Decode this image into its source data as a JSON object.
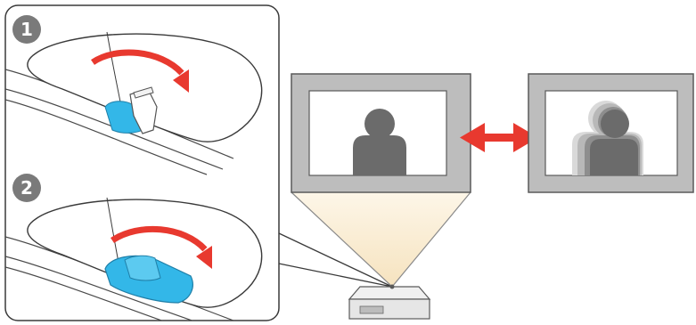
{
  "steps": [
    {
      "number": "1"
    },
    {
      "number": "2"
    }
  ],
  "icons": {
    "rotate_arrow": "curved-arrow-icon",
    "compare_arrow": "double-headed-arrow-icon",
    "person": "person-silhouette-icon",
    "projector": "projector-icon"
  },
  "colors": {
    "arrow_red": "#e8392f",
    "lever_blue": "#33b7e8",
    "screen_frame": "#bdbdbd",
    "silhouette": "#6b6b6b",
    "light_beam": "#fbf1dc"
  },
  "screens": [
    {
      "label": "",
      "focus": "sharp"
    },
    {
      "label": "",
      "focus": "blurred"
    }
  ]
}
